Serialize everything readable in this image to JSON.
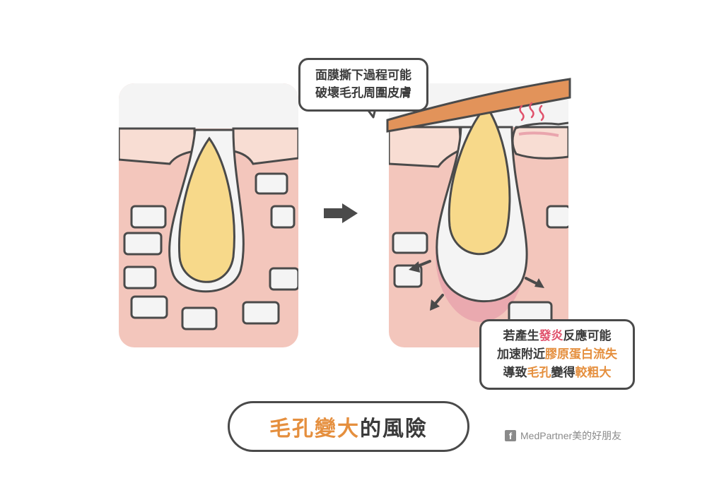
{
  "callout_top": {
    "line1": "面膜撕下過程可能",
    "line2": "破壞毛孔周圍皮膚"
  },
  "callout_bottom": {
    "line1": [
      {
        "text": "若產生",
        "hl": ""
      },
      {
        "text": "發炎",
        "hl": "red"
      },
      {
        "text": "反應可能",
        "hl": ""
      }
    ],
    "line2": [
      {
        "text": "加速附近",
        "hl": ""
      },
      {
        "text": "膠原蛋白流失",
        "hl": "orange"
      }
    ],
    "line3": [
      {
        "text": "導致",
        "hl": ""
      },
      {
        "text": "毛孔",
        "hl": "orange"
      },
      {
        "text": "變得",
        "hl": ""
      },
      {
        "text": "較粗大",
        "hl": "orange"
      }
    ]
  },
  "title": {
    "highlight": "毛孔變大",
    "rest": "的風險"
  },
  "brand": {
    "icon": "f",
    "text": "MedPartner美的好朋友"
  },
  "colors": {
    "skin_dark": "#f3c6bc",
    "skin_light": "#f8ddd3",
    "oil": "#f7d98a",
    "outline": "#4a4a4a",
    "mask": "#e2935a",
    "inflamed": "#e9a5ad",
    "arrow": "#4a4a4a"
  }
}
